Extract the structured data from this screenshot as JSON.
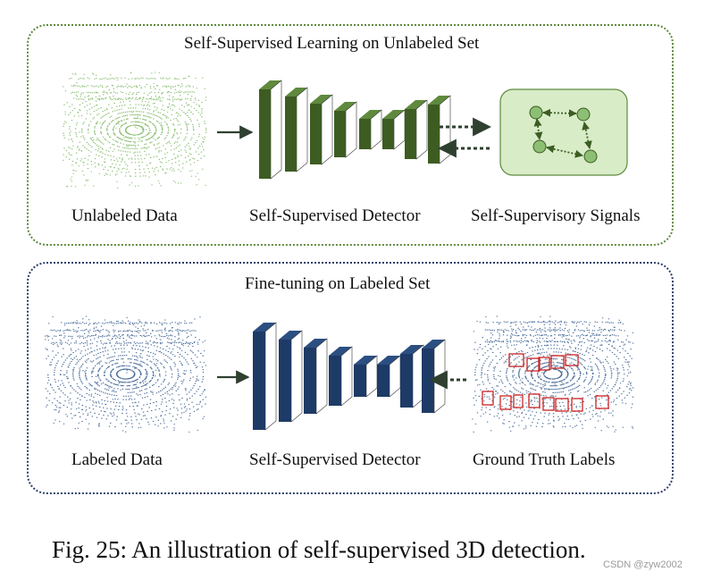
{
  "colors": {
    "green": "#3d5c22",
    "green_light": "#8cbf73",
    "green_fill": "#d8ecc8",
    "blue": "#1e3a66",
    "blue_light": "#4e6f9c",
    "red": "#cc2222",
    "arrow": "#2f4030"
  },
  "top_panel": {
    "title": "Self-Supervised Learning on Unlabeled Set",
    "labels": {
      "data": "Unlabeled Data",
      "detector": "Self-Supervised Detector",
      "signals": "Self-Supervisory Signals"
    }
  },
  "bottom_panel": {
    "title": "Fine-tuning on Labeled Set",
    "labels": {
      "data": "Labeled Data",
      "detector": "Self-Supervised Detector",
      "gt": "Ground Truth Labels"
    }
  },
  "caption": "Fig. 25: An illustration of self-supervised 3D detection.",
  "watermark": "CSDN @zyw2002"
}
